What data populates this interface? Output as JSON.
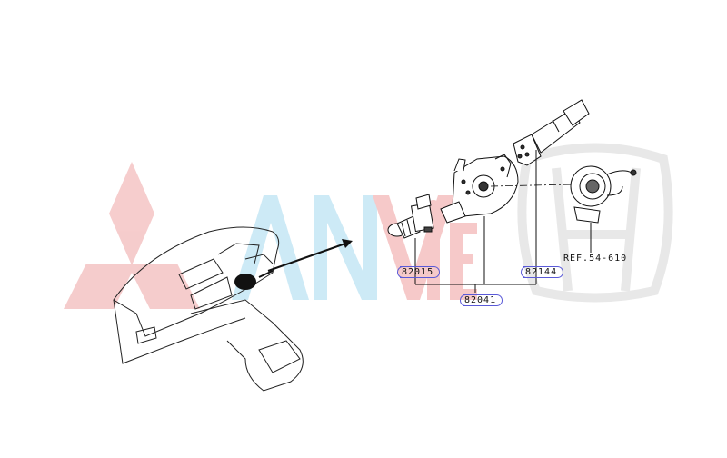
{
  "diagram": {
    "type": "exploded-parts-diagram",
    "subject": "Combination switch / steering column switch assembly",
    "watermarks": {
      "left_logo": {
        "shape": "three-diamond",
        "color": "#f2b8b8"
      },
      "center_text": {
        "text": "ANViET",
        "color_an": "#bfe6f5",
        "color_viet": "#f5c0c0"
      },
      "right_logo": {
        "shape": "H-emblem",
        "color": "#e6e6e6"
      }
    },
    "labels": [
      {
        "id": "82015",
        "text": "82015"
      },
      {
        "id": "82144",
        "text": "82144"
      },
      {
        "id": "82041",
        "text": "82041"
      }
    ],
    "reference": {
      "text": "REF.54-610"
    },
    "colors": {
      "line": "#111111",
      "label_border": "#5a5ad8",
      "background": "#ffffff"
    }
  }
}
